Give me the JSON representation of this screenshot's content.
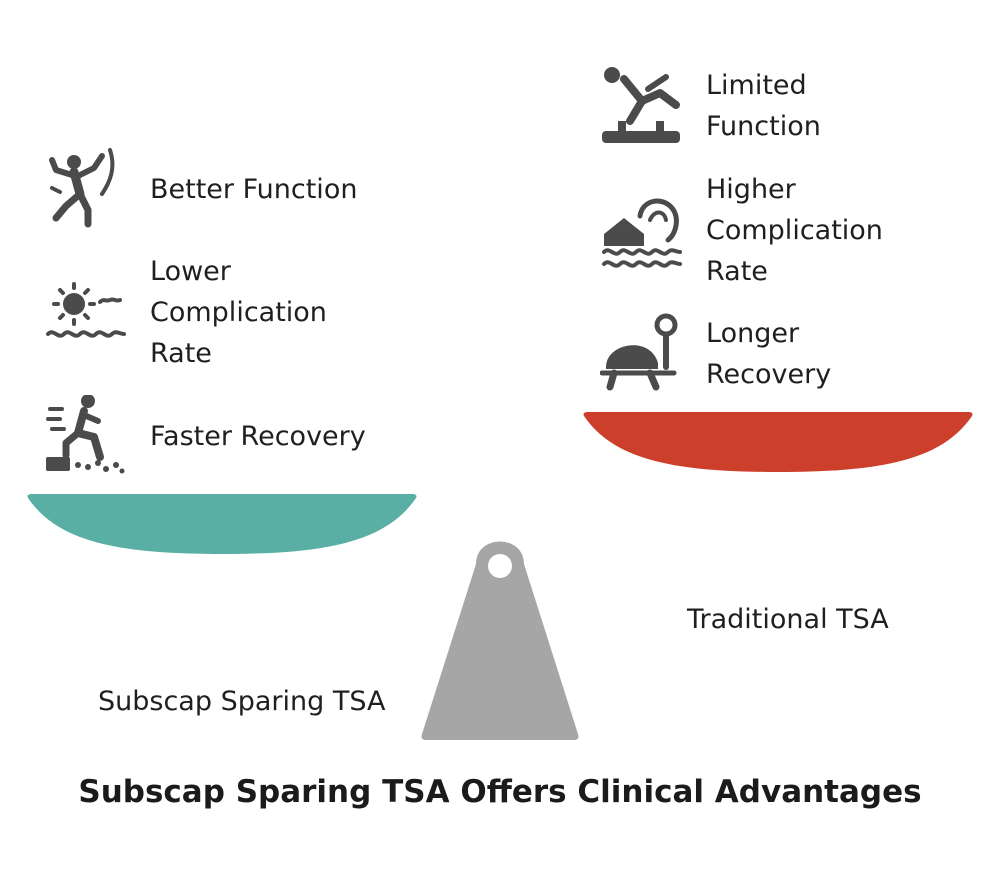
{
  "left_side": {
    "caption": "Subscap Sparing TSA",
    "pan_color": "#5aafa5",
    "items": [
      {
        "label": "Better Function",
        "icon": "climber-icon"
      },
      {
        "label": "Lower\nComplication\nRate",
        "icon": "sun-calm-waves-icon"
      },
      {
        "label": "Faster Recovery",
        "icon": "runner-icon"
      }
    ]
  },
  "right_side": {
    "caption": "Traditional TSA",
    "pan_color": "#cc3f2b",
    "items": [
      {
        "label": "Limited\nFunction",
        "icon": "limited-mobility-icon"
      },
      {
        "label": "Higher\nComplication\nRate",
        "icon": "flood-wave-icon"
      },
      {
        "label": "Longer\nRecovery",
        "icon": "turtle-icon"
      }
    ]
  },
  "fulcrum_color": "#a6a6a6",
  "icon_color": "#4b4b4b",
  "title": "Subscap Sparing TSA Offers Clinical Advantages"
}
